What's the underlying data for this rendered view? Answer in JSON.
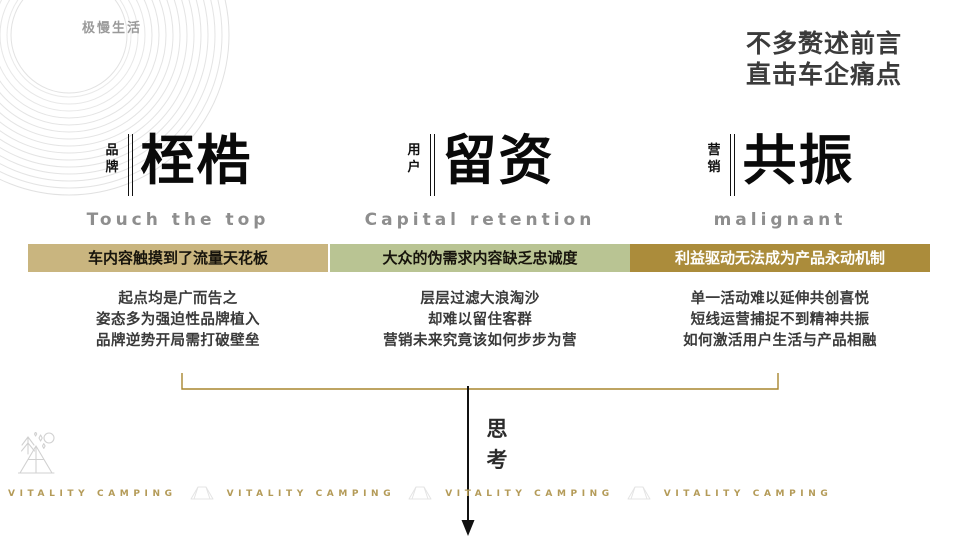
{
  "watermark": {
    "brand_circle_text": "极慢生活",
    "strip_text": "VITALITY CAMPING",
    "strip_repeats": 4,
    "strip_color": "#b49b58",
    "tent_icon": "tent-icon",
    "camp_icon": "camp-scene-icon"
  },
  "headline": {
    "line1": "不多赘述前言",
    "line2": "直击车企痛点"
  },
  "columns": [
    {
      "vlabel_top": "品",
      "vlabel_bottom": "牌",
      "title": "桎梏",
      "subtitle": "Touch the top",
      "banner": "车内容触摸到了流量天花板",
      "banner_color": "#c9b57f",
      "body": [
        "起点均是广而告之",
        "姿态多为强迫性品牌植入",
        "品牌逆势开局需打破壁垒"
      ]
    },
    {
      "vlabel_top": "用",
      "vlabel_bottom": "户",
      "title": "留资",
      "subtitle": "Capital retention",
      "banner": "大众的伪需求内容缺乏忠诚度",
      "banner_color": "#b9c493",
      "body": [
        "层层过滤大浪淘沙",
        "却难以留住客群",
        "营销未来究竟该如何步步为营"
      ]
    },
    {
      "vlabel_top": "营",
      "vlabel_bottom": "销",
      "title": "共振",
      "subtitle": "malignant",
      "banner": "利益驱动无法成为产品永动机制",
      "banner_color": "#ab8c3b",
      "body": [
        "单一活动难以延伸共创喜悦",
        "短线运营捕捉不到精神共振",
        "如何激活用户生活与产品相融"
      ]
    }
  ],
  "conclusion": {
    "label_top": "思",
    "label_bottom": "考",
    "bracket_color": "#a8852f",
    "arrow_color": "#111111"
  }
}
